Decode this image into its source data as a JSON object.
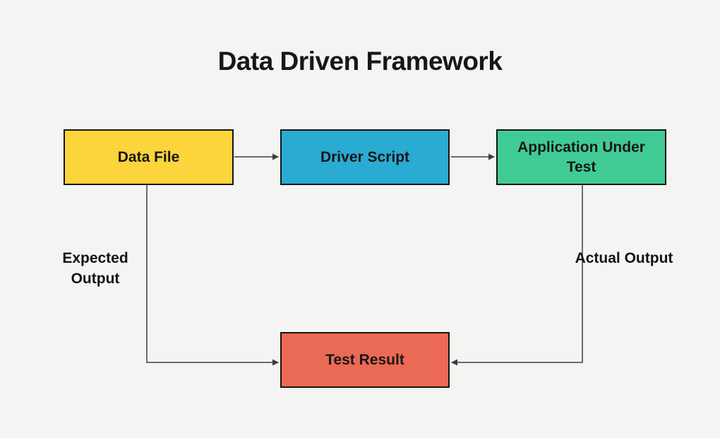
{
  "title": "Data Driven Framework",
  "colors": {
    "background": "#f4f4f2",
    "data_file": "#fcd53c",
    "driver_script": "#2aabd2",
    "application_under_test": "#41cb94",
    "test_result": "#ea6a55",
    "connector": "#6b6b6b",
    "node_border": "#141414",
    "text": "#171717"
  },
  "nodes": {
    "data_file": {
      "label": "Data File",
      "color": "#fcd53c"
    },
    "driver_script": {
      "label": "Driver Script",
      "color": "#2aabd2"
    },
    "application_under_test": {
      "label": "Application Under Test",
      "color": "#41cb94"
    },
    "test_result": {
      "label": "Test Result",
      "color": "#ea6a55"
    }
  },
  "edges": [
    {
      "from": "Data File",
      "to": "Driver Script",
      "label": ""
    },
    {
      "from": "Driver Script",
      "to": "Application Under Test",
      "label": ""
    },
    {
      "from": "Data File",
      "to": "Test Result",
      "label": "Expected Output"
    },
    {
      "from": "Application Under Test",
      "to": "Test Result",
      "label": "Actual Output"
    }
  ]
}
